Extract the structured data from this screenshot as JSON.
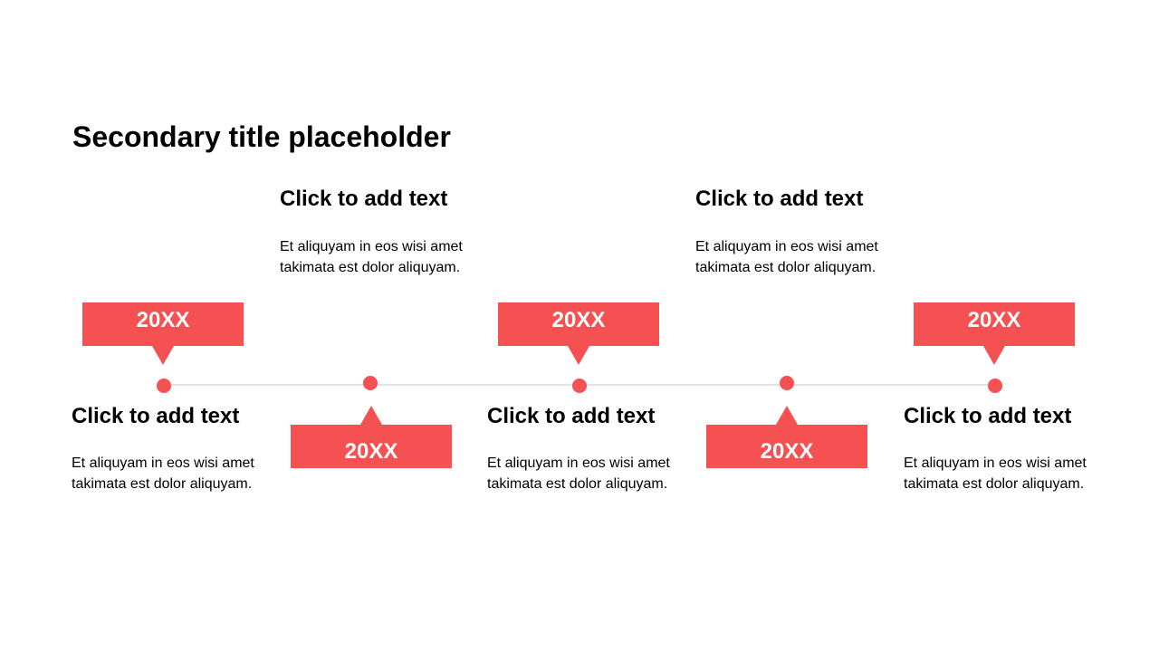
{
  "title": "Secondary title placeholder",
  "accent_color": "#F55052",
  "line_color": "#E2E2E2",
  "milestones": [
    {
      "year": "20XX",
      "heading": "Click to add text",
      "text": "Et aliquyam in eos wisi amet takimata est dolor aliquyam."
    },
    {
      "year": "20XX",
      "heading": "Click to add text",
      "text": "Et aliquyam in eos wisi amet takimata est dolor aliquyam."
    },
    {
      "year": "20XX",
      "heading": "Click to add text",
      "text": "Et aliquyam in eos wisi amet takimata est dolor aliquyam."
    },
    {
      "year": "20XX",
      "heading": "Click to add text",
      "text": "Et aliquyam in eos wisi amet takimata est dolor aliquyam."
    },
    {
      "year": "20XX",
      "heading": "Click to add text",
      "text": "Et aliquyam in eos wisi amet takimata est dolor aliquyam."
    }
  ]
}
